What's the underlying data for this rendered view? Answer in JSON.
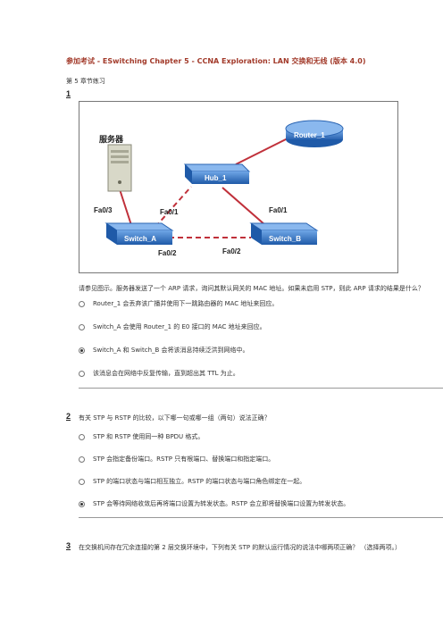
{
  "header": {
    "title": "参加考试 - ESwitching Chapter 5 - CCNA Exploration: LAN 交换和无线 (版本 4.0)",
    "chapter": "第 5 章节练习"
  },
  "questions": [
    {
      "number": "1",
      "diagram": {
        "server_label": "服务器",
        "router_label": "Router_1",
        "hub_label": "Hub_1",
        "switch_a_label": "Switch_A",
        "switch_b_label": "Switch_B",
        "ports": {
          "a_fa03": "Fa0/3",
          "a_fa01": "Fa0/1",
          "a_fa02": "Fa0/2",
          "b_fa01": "Fa0/1",
          "b_fa02": "Fa0/2"
        },
        "colors": {
          "device": "#2f6fbf",
          "link_solid": "#c0303a",
          "link_dashed": "#c0303a"
        }
      },
      "text": "请参见图示。服务器发送了一个 ARP 请求，询问其默认网关的 MAC 地址。如果未启用 STP，则此 ARP 请求的结果是什么？",
      "options": [
        {
          "label": "Router_1 会丢弃该广播并使用下一跳路由器的 MAC 地址来回应。",
          "selected": false
        },
        {
          "label": "Switch_A 会使用 Router_1 的 E0 接口的 MAC 地址来回应。",
          "selected": false
        },
        {
          "label": "Switch_A 和 Switch_B 会将该消息持续泛洪到网络中。",
          "selected": true
        },
        {
          "label": "该消息会在网络中反复传输，直到超出其 TTL 为止。",
          "selected": false
        }
      ]
    },
    {
      "number": "2",
      "text": "有关 STP 与 RSTP 的比较，以下哪一句或哪一组（两句）说法正确？",
      "options": [
        {
          "label": "STP 和 RSTP 使用同一种 BPDU 格式。",
          "selected": false
        },
        {
          "label": "STP 会指定备份端口。RSTP 只有根端口、替换端口和指定端口。",
          "selected": false
        },
        {
          "label": "STP 的端口状态与端口相互独立。RSTP 的端口状态与端口角色绑定在一起。",
          "selected": false
        },
        {
          "label": "STP 会等待网络收敛后再将端口设置为转发状态。RSTP 会立即将替换端口设置为转发状态。",
          "selected": true
        }
      ]
    },
    {
      "number": "3",
      "text": "在交换机间存在冗余连接的第 2 层交换环境中，下列有关 STP 的默认运行情况的说法中哪两项正确？ （选择两项。）"
    }
  ]
}
